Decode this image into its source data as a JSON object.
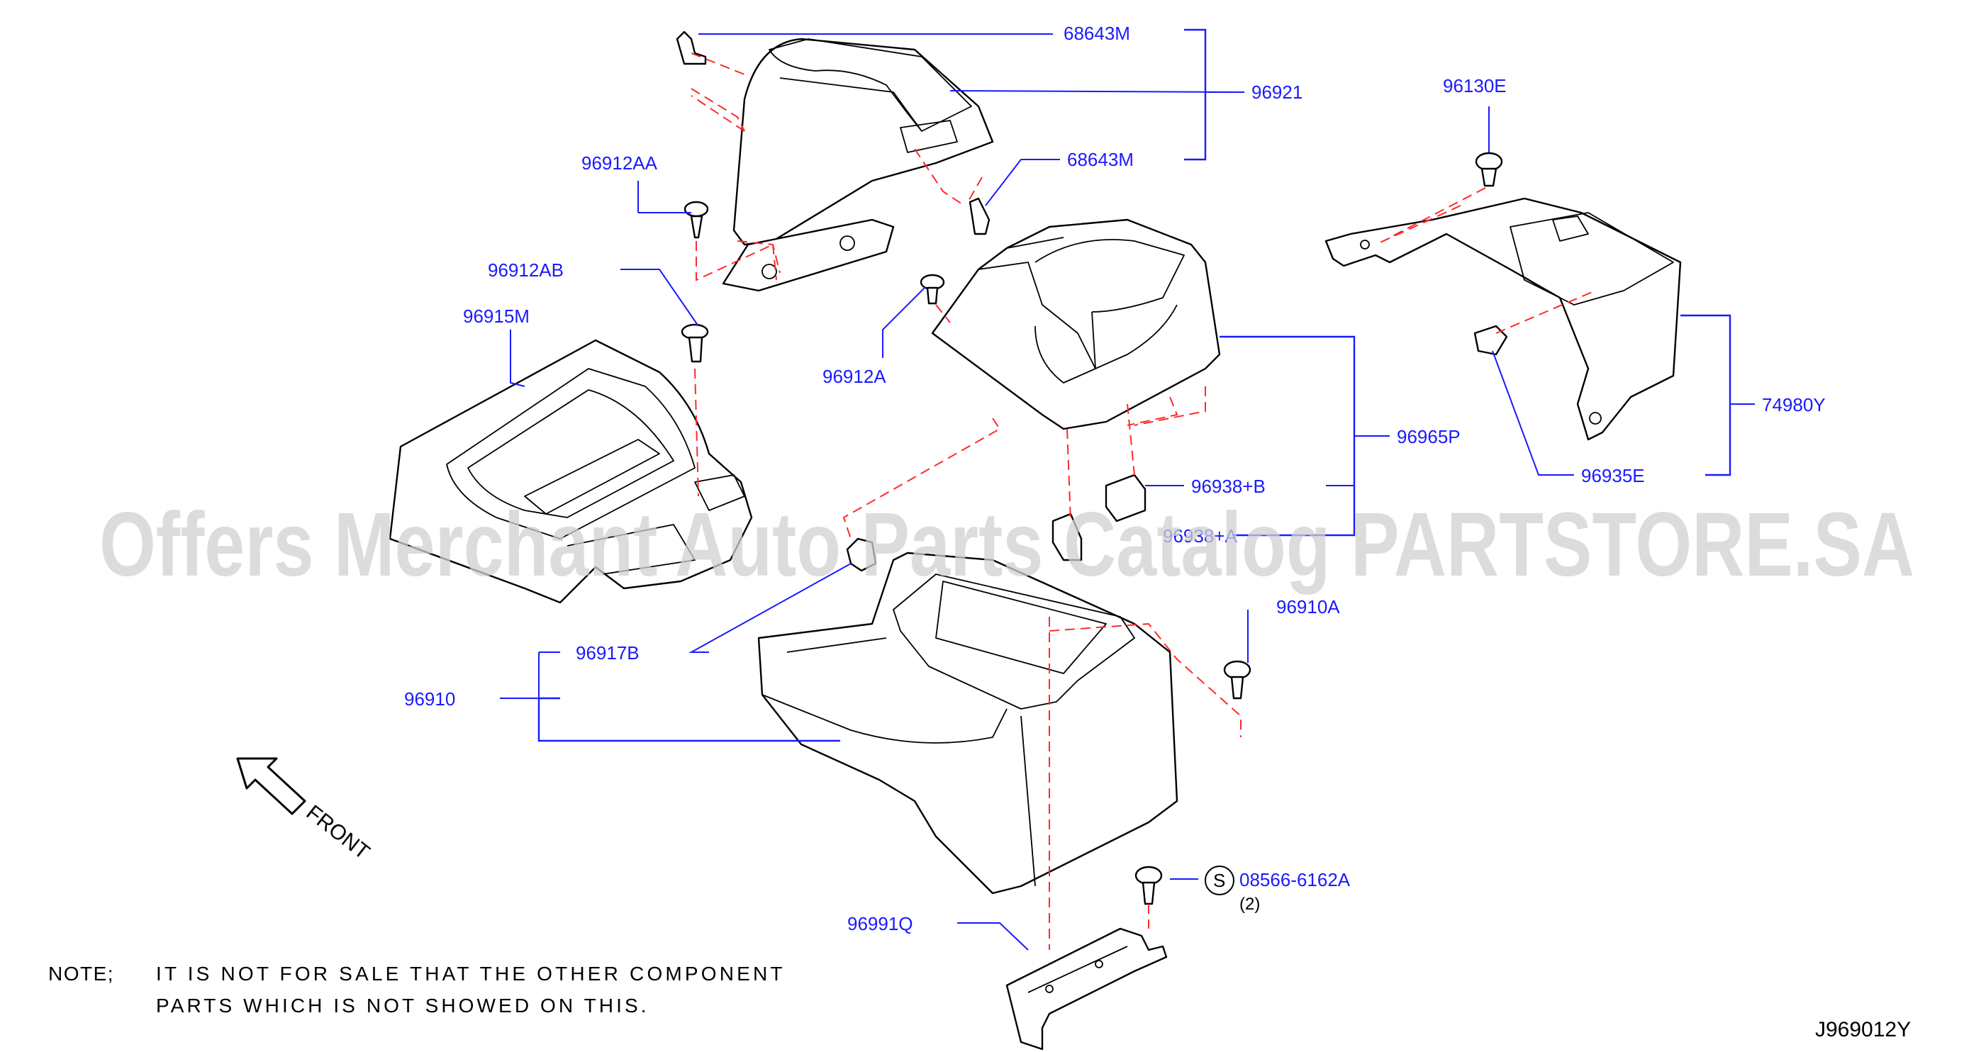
{
  "watermark": "Offers Merchant Auto Parts Catalog PARTSTORE.SA",
  "parts": {
    "p68643M_top": "68643M",
    "p96921": "96921",
    "p68643M_mid": "68643M",
    "p96912AA": "96912AA",
    "p96912AB": "96912AB",
    "p96915M": "96915M",
    "p96912A": "96912A",
    "p96130E": "96130E",
    "p74980Y": "74980Y",
    "p96935E": "96935E",
    "p96965P": "96965P",
    "p96938B": "96938+B",
    "p96938A": "96938+A",
    "p96910A": "96910A",
    "p96917B": "96917B",
    "p96910": "96910",
    "p08566": "08566-6162A",
    "p08566_qty": "(2)",
    "p08566_symbol": "S",
    "p96991Q": "96991Q"
  },
  "front_label": "FRONT",
  "note": {
    "heading": "NOTE;",
    "line1": "IT IS NOT FOR SALE THAT THE OTHER COMPONENT",
    "line2": "PARTS WHICH IS NOT SHOWED ON THIS."
  },
  "diagram_code": "J969012Y",
  "colors": {
    "label": "#1a1aff",
    "dashed_guide": "#ff2a2a",
    "outline": "#000000",
    "watermark": "#d0d0d0"
  }
}
